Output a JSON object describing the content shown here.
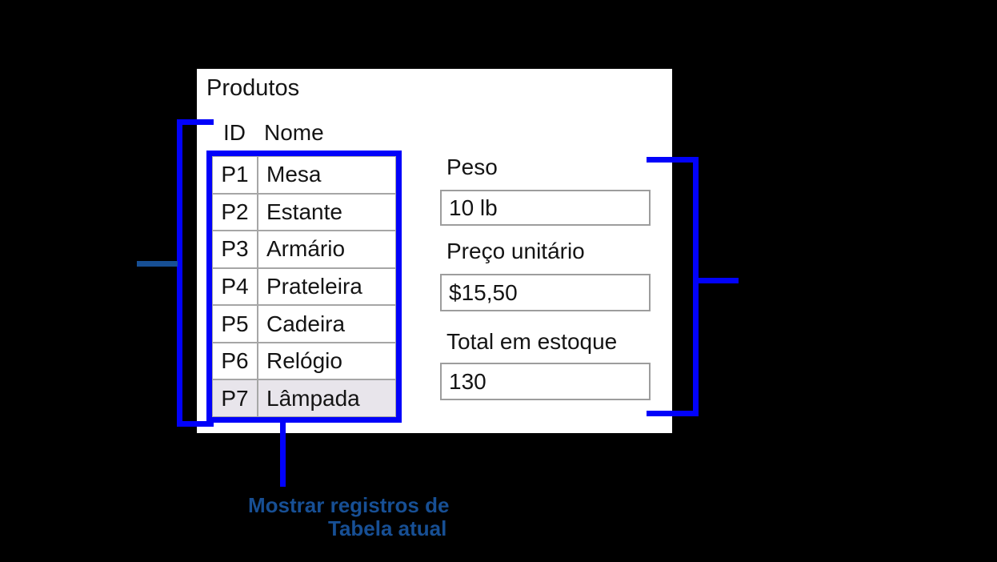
{
  "colors": {
    "accent_blue": "#0202fa",
    "annotation_navy": "#174f94",
    "highlight_row_bg": "#e8e5eb"
  },
  "window": {
    "title": "Produtos",
    "table": {
      "headers": [
        "ID",
        "Nome"
      ],
      "rows": [
        [
          "P1",
          "Mesa"
        ],
        [
          "P2",
          "Estante"
        ],
        [
          "P3",
          "Armário"
        ],
        [
          "P4",
          "Prateleira"
        ],
        [
          "P5",
          "Cadeira"
        ],
        [
          "P6",
          "Relógio"
        ],
        [
          "P7",
          "Lâmpada"
        ]
      ],
      "highlighted_row_index": 6
    },
    "fields": [
      {
        "label": "Peso",
        "value": "10 lb"
      },
      {
        "label": "Preço unitário",
        "value": "$15,50"
      },
      {
        "label": "Total em estoque",
        "value": "130"
      }
    ]
  },
  "annotations": {
    "caption_line1": "Mostrar registros de",
    "caption_line2": "Tabela atual"
  }
}
